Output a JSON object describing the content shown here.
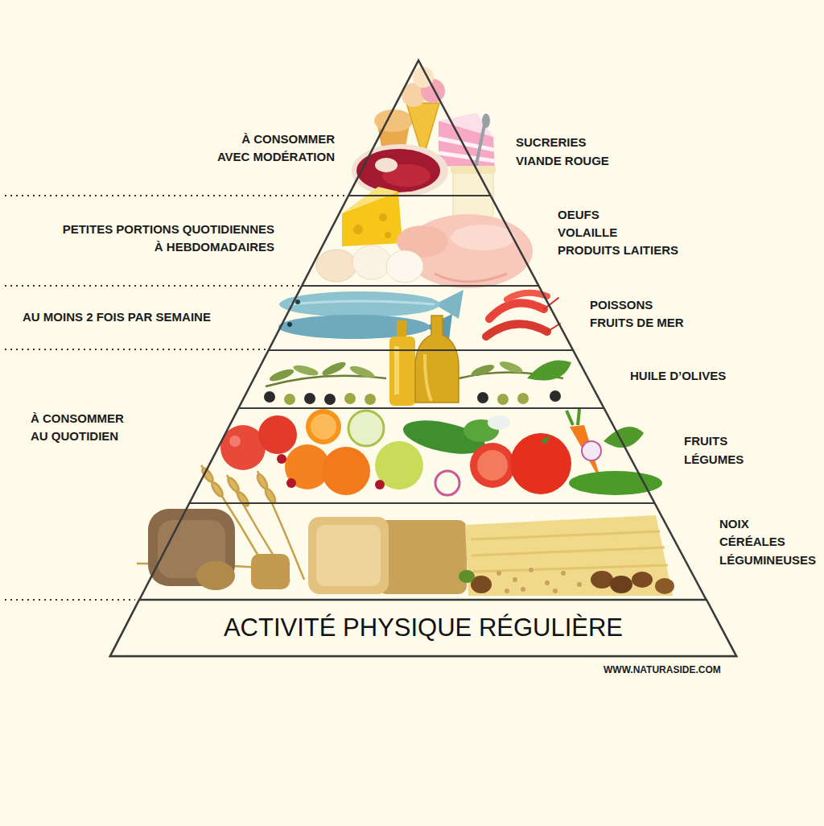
{
  "diagram": {
    "nodes": [
      {
        "text": [
          "ACTIVITÉ PHYSIQUE RÉGULIÈRE"
        ]
      }
    ],
    "labels": [
      "À CONSOMMER AVEC MODÉRATION",
      "SUCRERIES",
      "VIANDE ROUGE",
      "OEUFS",
      "VOLAILLE",
      "PETITES PORTIONS QUOTIDIENNES À HEBDOMADAIRES",
      "PRODUITS LAITIERS",
      "POISSONS",
      "AU MOINS 2 FOIS PAR SEMAINE",
      "FRUITS DE MER",
      "HUILE D’OLIVES",
      "À CONSOMMER AU QUOTIDIEN",
      "FRUITS",
      "LÉGUMES",
      "NOIX",
      "CÉRÉALES",
      "LÉGUMINEUSES",
      "WWW.NATURASIDE.COM"
    ]
  }
}
